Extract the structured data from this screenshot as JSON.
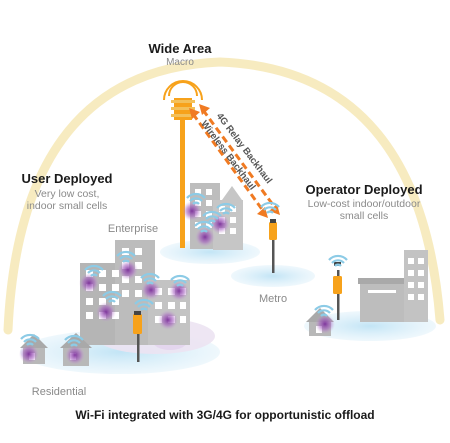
{
  "colors": {
    "arc": "#f5e3a8",
    "tower": "#f7a21b",
    "backhaul": "#f07a22",
    "building": "#b9b9b9",
    "window": "#ffffff",
    "puddle": "#cfe9f7",
    "glow": "#9a4fb5",
    "wifi": "#9fd3ea",
    "lavender": "#e6dcee"
  },
  "icons": [
    "macro-antenna-icon",
    "small-cell-pole-icon",
    "wifi-icon",
    "building-icon",
    "house-icon"
  ],
  "labels": {
    "wide_area_title": "Wide Area",
    "wide_area_sub": "Macro",
    "relay_backhaul": "4G Relay Backhaul",
    "wireless_backhaul": "Wireless Backhaul",
    "user_title": "User Deployed",
    "user_sub_1": "Very low cost,",
    "user_sub_2": "indoor small cells",
    "operator_title": "Operator Deployed",
    "operator_sub_1": "Low-cost indoor/outdoor",
    "operator_sub_2": "small cells",
    "enterprise": "Enterprise",
    "metro": "Metro",
    "residential": "Residential",
    "caption": "Wi-Fi integrated with 3G/4G for opportunistic offload"
  }
}
